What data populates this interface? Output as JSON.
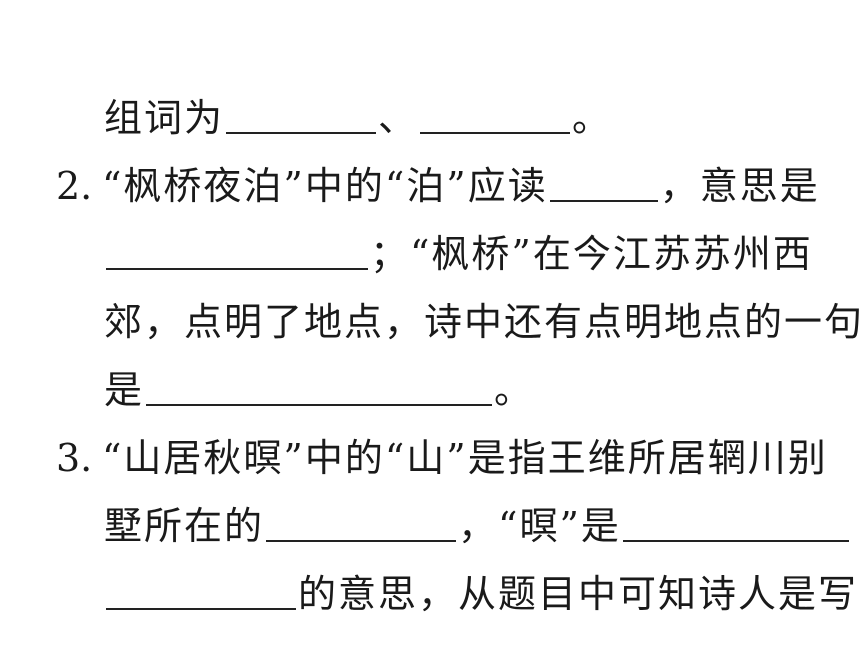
{
  "lines": {
    "l1": {
      "a": "组词为",
      "b": "、",
      "c": "。"
    },
    "l2": {
      "num": "2.",
      "a": "“枫桥夜泊”中的“泊”应读",
      "b": "，意思是"
    },
    "l3": {
      "a": "；“枫桥”在今江苏苏州西"
    },
    "l4": {
      "a": "郊，点明了地点，诗中还有点明地点的一句"
    },
    "l5": {
      "a": "是",
      "b": "。"
    },
    "l6": {
      "num": "3.",
      "a": "“山居秋暝”中的“山”是指王维所居辋川别"
    },
    "l7": {
      "a": "墅所在的",
      "b": "，“暝”是"
    },
    "l8": {
      "a": "的意思，从题目中可知诗人是写"
    }
  }
}
